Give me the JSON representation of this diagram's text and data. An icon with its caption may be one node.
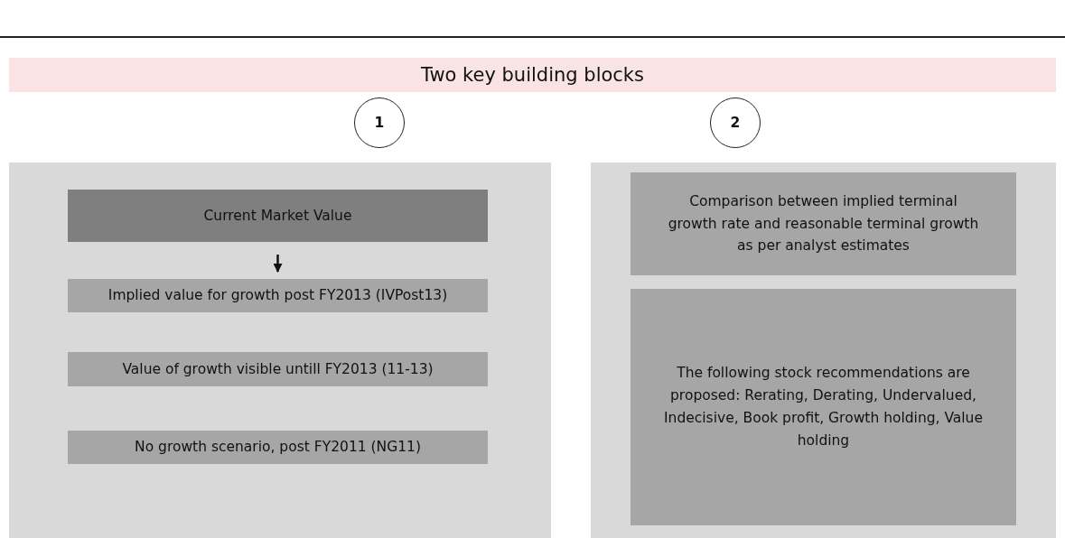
{
  "diagram": {
    "title": "Two key building blocks",
    "nodes": [
      {
        "text": [
          "1"
        ]
      },
      {
        "text": [],
        "shape": "box"
      },
      {
        "text": [
          "Current Market Value"
        ],
        "in": 1
      },
      {
        "text": [
          "Implied value for growth post FY2013 (IVPost13)"
        ],
        "in": 1
      },
      {
        "text": [
          "Value of growth visible untill FY2013 (11-13)"
        ],
        "in": 1
      },
      {
        "text": [
          "No growth scenario, post FY2011 (NG11)"
        ],
        "in": 1
      },
      {
        "text": [
          "2"
        ]
      },
      {
        "text": [],
        "shape": "box"
      },
      {
        "text": [
          "Comparison between implied terminal growth rate and reasonable terminal growth as per analyst estimates"
        ],
        "in": 7
      },
      {
        "text": [
          "The following stock recommendations are proposed: Rerating, Derating, Undervalued, Indecisive, Book profit, Growth holding, Value holding"
        ],
        "in": 7
      }
    ],
    "edges": [
      {
        "from": 2,
        "to": 3,
        "arrow": "to"
      }
    ]
  }
}
